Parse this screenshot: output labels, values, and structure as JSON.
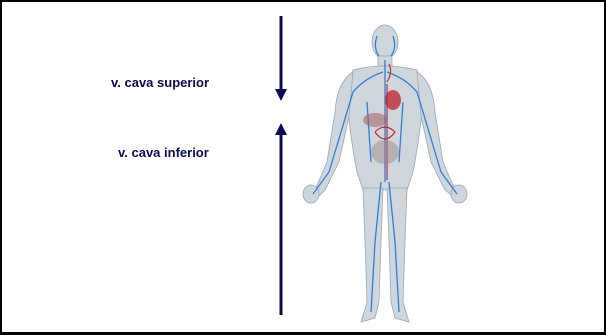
{
  "labels": {
    "superior": "v. cava superior",
    "inferior": "v. cava inferior"
  },
  "colors": {
    "arrow": "#0b0b52",
    "label": "#0b0b52",
    "skin": "#cfd6dc",
    "vein": "#2f7fd8",
    "artery": "#c0202a"
  },
  "figure": {
    "icon": "human-circulatory-system-illustration"
  }
}
